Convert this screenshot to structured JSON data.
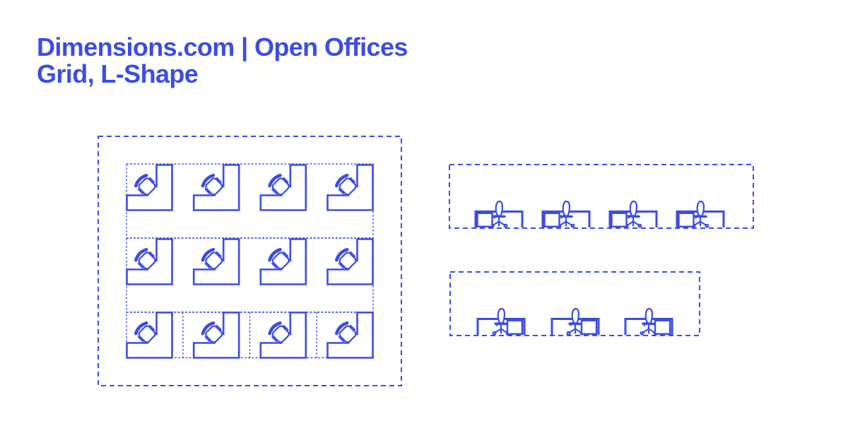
{
  "header": {
    "title_line1": "Dimensions.com | Open Offices",
    "title_line2": "Grid, L-Shape"
  },
  "colors": {
    "accent": "#3C4DE3",
    "background": "#FFFFFF"
  },
  "diagrams": {
    "plan_grid": {
      "label": "grid-l-shape-plan-view",
      "rows": 3,
      "columns": 4,
      "workstations": 12,
      "icon": "l-desk-with-chair-plan-icon"
    },
    "elevation_row_a": {
      "label": "desk-row-elevation-top",
      "units": 4,
      "pedestal_side": "left",
      "icon": "desk-with-chair-side-icon"
    },
    "elevation_row_b": {
      "label": "desk-row-elevation-bottom",
      "units": 3,
      "pedestal_side": "right",
      "icon": "desk-with-chair-side-icon"
    }
  }
}
